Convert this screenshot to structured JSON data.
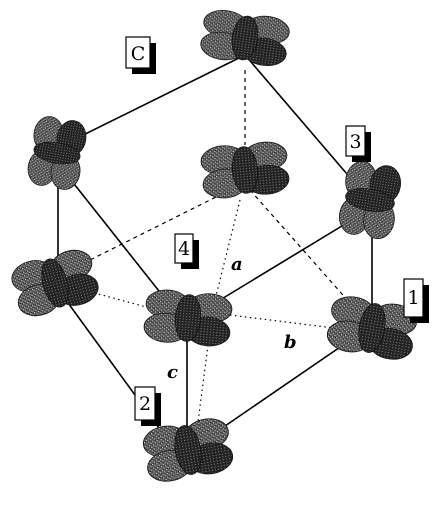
{
  "figure": {
    "site_labels": {
      "c_label": "C",
      "site_1": "1",
      "site_2": "2",
      "site_3": "3",
      "site_4": "4"
    },
    "axis_labels": {
      "a": "a",
      "b": "b",
      "c": "c"
    }
  },
  "colors": {
    "background": "#ffffff",
    "line": "#000000",
    "orbital_fill": "#555555",
    "label_shadow": "#000000"
  }
}
